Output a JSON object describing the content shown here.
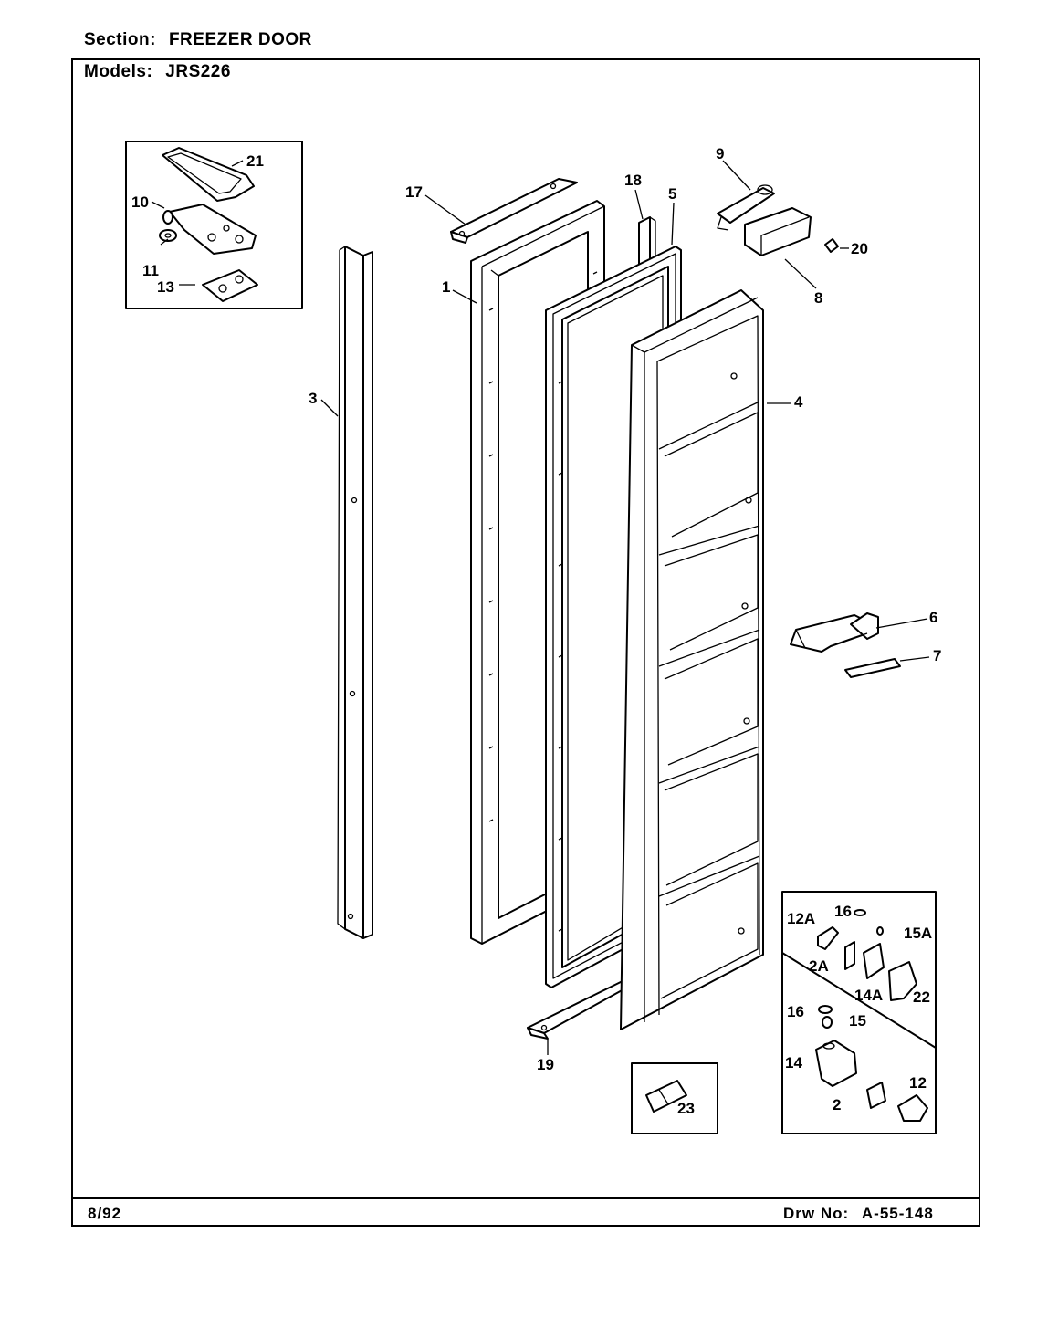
{
  "header": {
    "section_label": "Section:",
    "section_value": "FREEZER DOOR",
    "models_label": "Models:",
    "models_value": "JRS226"
  },
  "footer": {
    "date": "8/92",
    "drawing_label": "Drw No:",
    "drawing_number": "A-55-148"
  },
  "callouts": {
    "c1": "1",
    "c2": "2",
    "c2A": "2A",
    "c3": "3",
    "c4": "4",
    "c5": "5",
    "c6": "6",
    "c7": "7",
    "c8": "8",
    "c9": "9",
    "c10": "10",
    "c11": "11",
    "c12": "12",
    "c12A": "12A",
    "c13": "13",
    "c14": "14",
    "c14A": "14A",
    "c15": "15",
    "c15A": "15A",
    "c16a": "16",
    "c16b": "16",
    "c17": "17",
    "c18": "18",
    "c19": "19",
    "c20": "20",
    "c21": "21",
    "c22": "22",
    "c23": "23"
  }
}
